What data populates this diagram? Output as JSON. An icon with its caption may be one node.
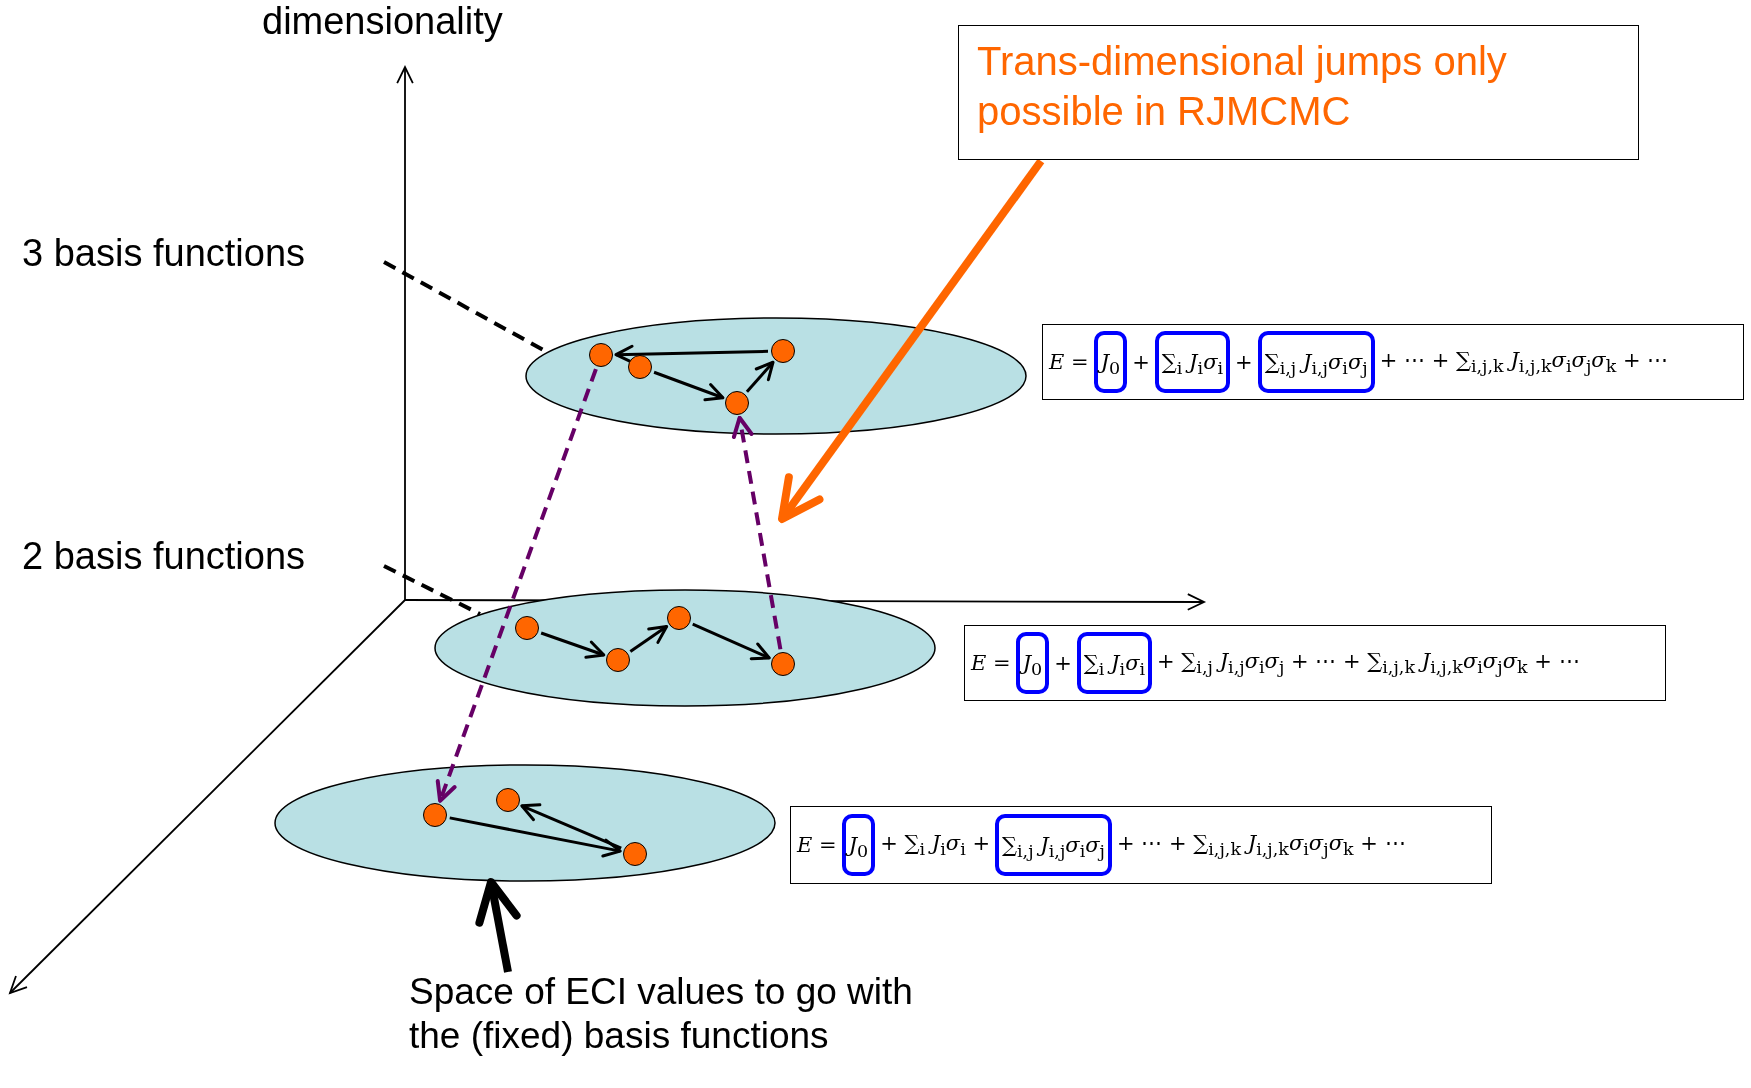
{
  "diagram": {
    "nodes": [
      {
        "text": [
          "Trans-dimensional jumps only possible in RJMCMC"
        ]
      },
      {
        "text": [
          "3 basis functions"
        ]
      },
      {
        "text": [],
        "shape": "ellipse"
      },
      {
        "text": [],
        "shape": "circle",
        "in": 2
      },
      {
        "text": [],
        "shape": "circle",
        "in": 2
      },
      {
        "text": [],
        "shape": "circle",
        "in": 2
      },
      {
        "text": [],
        "shape": "circle",
        "in": 2
      },
      {
        "text": [
          "*E* =",
          "+",
          "+",
          "+ ⋯ + ∑$_{i,j,k}$ *J*$_{i,j,k}$*σ*$_{i}$*σ*$_{j}$*σ*$_{k}$ + ⋯"
        ]
      },
      {
        "text": [
          "*J*$_{0}$"
        ],
        "in": 7
      },
      {
        "text": [
          "∑$_{i}$ *J*$_{i}$*σ*$_{i}$"
        ],
        "in": 7
      },
      {
        "text": [
          "∑$_{i,j}$ *J*$_{i,j}$*σ*$_{i}$*σ*$_{j}$"
        ],
        "in": 7
      },
      {
        "text": [
          "2 basis functions"
        ]
      },
      {
        "text": [],
        "shape": "ellipse"
      },
      {
        "text": [],
        "shape": "circle",
        "in": 12
      },
      {
        "text": [],
        "shape": "circle",
        "in": 12
      },
      {
        "text": [],
        "shape": "circle",
        "in": 12
      },
      {
        "text": [],
        "shape": "circle",
        "in": 12
      },
      {
        "text": [
          "*E* =",
          "+",
          "+ ∑$_{i,j}$ *J*$_{i,j}$*σ*$_{i}$*σ*$_{j}$ + ⋯ + ∑$_{i,j,k}$ *J*$_{i,j,k}$*σ*$_{i}$*σ*$_{j}$*σ*$_{k}$ + ⋯"
        ]
      },
      {
        "text": [
          "*J*$_{0}$"
        ],
        "in": 17
      },
      {
        "text": [
          "∑$_{i}$ *J*$_{i}$*σ*$_{i}$"
        ],
        "in": 17
      },
      {
        "text": [],
        "shape": "ellipse"
      },
      {
        "text": [],
        "shape": "circle",
        "in": 20
      },
      {
        "text": [],
        "shape": "circle",
        "in": 20
      },
      {
        "text": [],
        "shape": "circle",
        "in": 20
      },
      {
        "text": [
          "*E* =",
          "+ ∑$_{i}$ *J*$_{i}$*σ*$_{i}$ +",
          "+ ⋯ + ∑$_{i,j,k}$ *J*$_{i,j,k}$*σ*$_{i}$*σ*$_{j}$*σ*$_{k}$ + ⋯"
        ]
      },
      {
        "text": [
          "*J*$_{0}$"
        ],
        "in": 24
      },
      {
        "text": [
          "∑$_{i,j}$ *J*$_{i,j}$*σ*$_{i}$*σ*$_{j}$"
        ],
        "in": 24
      },
      {
        "text": [
          "Space of ECI values to go with the (fixed) basis functions"
        ]
      }
    ],
    "edges": [
      {
        "from": 6,
        "to": 3,
        "arrow": "to"
      },
      {
        "from": 4,
        "to": 5,
        "arrow": "to"
      },
      {
        "from": 5,
        "to": 6,
        "arrow": "to"
      },
      {
        "from": 13,
        "to": 14,
        "arrow": "to"
      },
      {
        "from": 14,
        "to": 15,
        "arrow": "to"
      },
      {
        "from": 15,
        "to": 16,
        "arrow": "to"
      },
      {
        "from": 21,
        "to": 23,
        "arrow": "to"
      },
      {
        "from": 23,
        "to": 22,
        "arrow": "to"
      },
      {
        "from": 3,
        "to": 21,
        "arrow": "to",
        "style": "dashed",
        "color": "#660066"
      },
      {
        "from": 16,
        "to": 5,
        "arrow": "to",
        "style": "dashed",
        "color": "#660066"
      },
      {
        "from": 0,
        "to": null,
        "arrow": "to",
        "style": "thick",
        "color": "#ff6600"
      },
      {
        "from": 27,
        "to": 20,
        "arrow": "to",
        "style": "thick"
      },
      {
        "from": 1,
        "to": 2,
        "arrow": "none",
        "style": "dashed"
      },
      {
        "from": 11,
        "to": 12,
        "arrow": "none",
        "style": "dashed"
      }
    ],
    "labels": [
      "dimensionality"
    ]
  }
}
